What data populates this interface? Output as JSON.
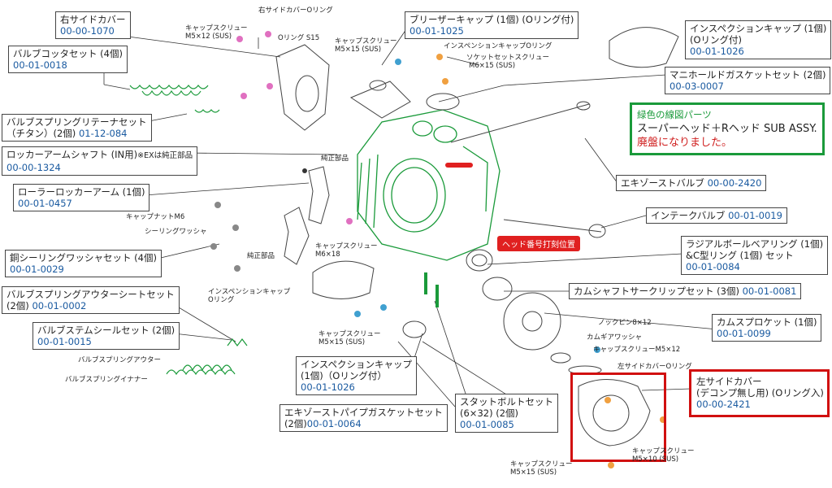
{
  "callouts": {
    "right_side_cover": {
      "name": "右サイドカバー",
      "code": "00-00-1070"
    },
    "valve_cotter_set": {
      "name": "バルブコッタセット (4個)",
      "code": "00-01-0018"
    },
    "valve_spring_retainer_set": {
      "line1": "バルブスプリングリテーナセット",
      "line2": "（チタン）(2個)",
      "code": "01-12-084"
    },
    "rocker_arm_shaft": {
      "name": "ロッカーアームシャフト (IN用)",
      "note": "※EXは純正部品",
      "code": "00-00-1324"
    },
    "roller_rocker_arm": {
      "name": "ローラーロッカーアーム (1個)",
      "code": "00-01-0457"
    },
    "copper_sealing_washer": {
      "name": "銅シーリングワッシャセット (4個)",
      "code": "00-01-0029"
    },
    "valve_spring_outer_seat": {
      "line1": "バルブスプリングアウターシートセット",
      "line2": "(2個)",
      "code": "00-01-0002"
    },
    "valve_stem_seal_set": {
      "name": "バルブステムシールセット (2個)",
      "code": "00-01-0015"
    },
    "inspection_cap_bottom": {
      "line1": "インスペクションキャップ",
      "line2": "(1個)（Oリング付）",
      "code": "00-01-1026"
    },
    "exhaust_pipe_gasket": {
      "line1": "エキゾーストパイプガスケットセット",
      "line2": "(2個)",
      "code": "00-01-0064"
    },
    "stud_bolt_set": {
      "line1": "スタットボルトセット",
      "line2": "(6×32) (2個)",
      "code": "00-01-0085"
    },
    "breather_cap": {
      "name": "ブリーザーキャップ (1個) (Oリング付)",
      "code": "00-01-1025"
    },
    "inspection_cap_top": {
      "line1": "インスペクションキャップ (1個)",
      "line2": "(Oリング付)",
      "code": "00-01-1026"
    },
    "manifold_gasket_set": {
      "name": "マニホールドガスケットセット (2個)",
      "code": "00-03-0007"
    },
    "exhaust_valve": {
      "name": "エキゾーストバルブ",
      "code": "00-00-2420"
    },
    "intake_valve": {
      "name": "インテークバルブ",
      "code": "00-01-0019"
    },
    "radial_ball_bearing": {
      "line1": "ラジアルボールベアリング (1個)",
      "line2": "&C型リング (1個) セット",
      "code": "00-01-0084"
    },
    "camshaft_circlip_set": {
      "name": "カムシャフトサークリップセット (3個)",
      "code": "00-01-0081"
    },
    "cam_sprocket": {
      "name": "カムスプロケット (1個)",
      "code": "00-01-0099"
    },
    "left_side_cover": {
      "line1": "左サイドカバー",
      "line2": "(デコンプ無し用) (Oリング入)",
      "code": "00-00-2421"
    }
  },
  "labels": {
    "right_cover_oring": "右サイドカバーOリング",
    "cap_screw_m5x12": "キャップスクリュー",
    "cap_screw_m5x12_size": "M5×12 (SUS)",
    "oring_s15": "Oリング S15",
    "cap_screw_m5x15_top": "キャップスクリュー",
    "cap_screw_m5x15_top_size": "M5×15 (SUS)",
    "inspection_cap_oring": "インスペンションキャップOリング",
    "socket_set_screw": "ソケットセットスクリュー",
    "socket_set_screw_size": "M6×15 (SUS)",
    "genuine_part_1": "純正部品",
    "genuine_part_2": "純正部品",
    "cap_nut_m6": "キャップナットM6",
    "sealing_washer": "シーリングワッシャ",
    "cap_screw_m6x18": "キャップスクリュー",
    "cap_screw_m6x18_size": "M6×18",
    "inspection_cap_oring_2": "インスペンションキャップ",
    "inspection_cap_oring_2b": "Oリング",
    "cap_screw_m5x15_mid": "キャップスクリュー",
    "cap_screw_m5x15_mid_size": "M5×15 (SUS)",
    "valve_spring_outer": "バルブスプリングアウター",
    "valve_spring_inner": "バルブスプリングイナナー",
    "knock_pin": "ノックピン8×12",
    "cam_gear_washer": "カムギアワッシャ",
    "cap_screw_m5x12_right": "キャップスクリューM5×12",
    "left_cover_oring": "左サイドカバーOリング",
    "cap_screw_m5x10": "キャップスクリュー",
    "cap_screw_m5x10_size": "M5×10 (SUS)",
    "cap_screw_m5x15_bottom": "キャップスクリュー",
    "cap_screw_m5x15_bottom_size": "M5×15 (SUS)"
  },
  "notice": {
    "title": "緑色の線図パーツ",
    "body": "スーパーヘッド＋Rヘッド SUB ASSY.",
    "warning": "廃盤になりました。"
  },
  "head_number_tag": "ヘッド番号打刻位置",
  "colors": {
    "green_parts": "#1a9a3a",
    "highlight_red": "#d11010",
    "code_blue": "#1a5aa0"
  }
}
